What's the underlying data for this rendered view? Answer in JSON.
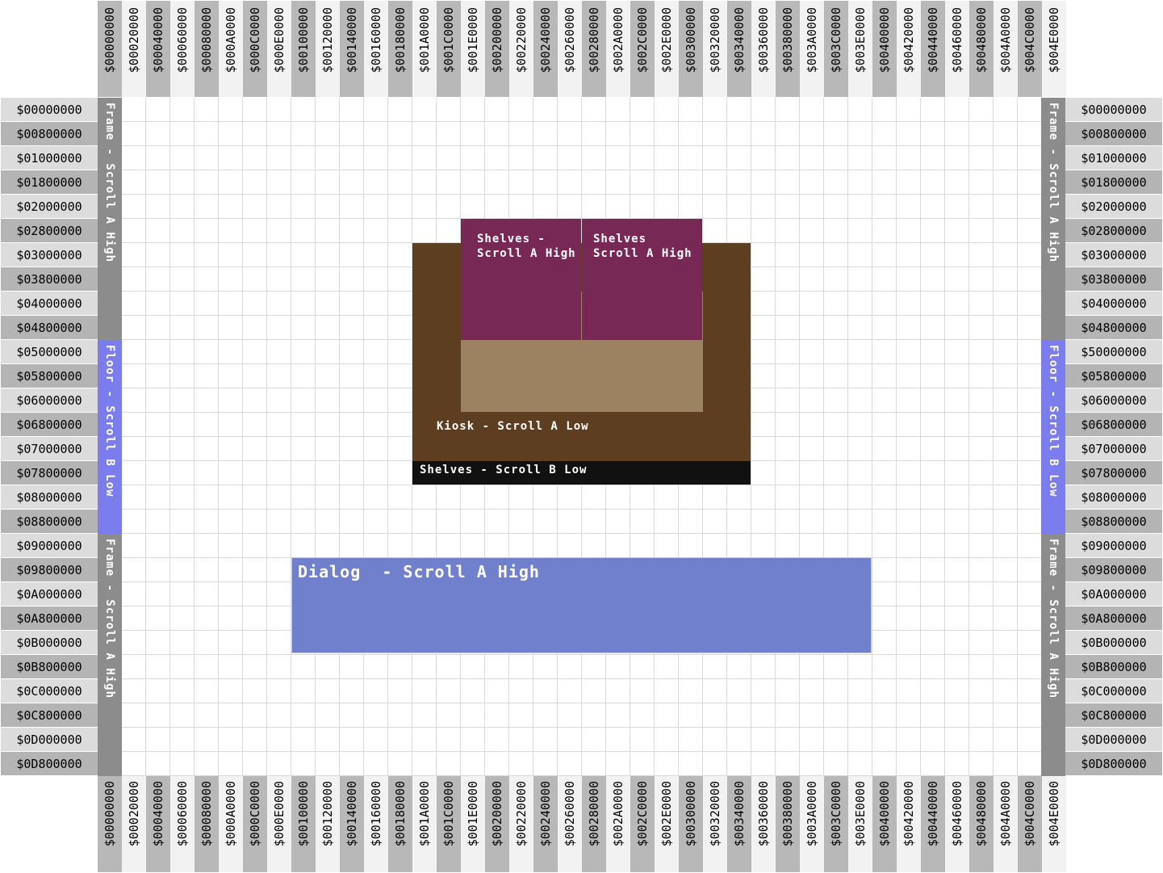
{
  "colors": {
    "grid_line": "#d9d9d9",
    "frame": "#8c8c8c",
    "floor": "#7b7ded",
    "kiosk": "#5e3e21",
    "kiosk_inner": "#9c8260",
    "shelves_high": "#782855",
    "shelves_low": "#111111",
    "dialog": "#7080cc"
  },
  "columns": [
    "$00000000",
    "$00020000",
    "$00040000",
    "$00060000",
    "$00080000",
    "$000A0000",
    "$000C0000",
    "$000E0000",
    "$00100000",
    "$00120000",
    "$00140000",
    "$00160000",
    "$00180000",
    "$001A0000",
    "$001C0000",
    "$001E0000",
    "$00200000",
    "$00220000",
    "$00240000",
    "$00260000",
    "$00280000",
    "$002A0000",
    "$002C0000",
    "$002E0000",
    "$00300000",
    "$00320000",
    "$00340000",
    "$00360000",
    "$00380000",
    "$003A0000",
    "$003C0000",
    "$003E0000",
    "$00400000",
    "$00420000",
    "$00440000",
    "$00460000",
    "$00480000",
    "$004A0000",
    "$004C0000",
    "$004E0000"
  ],
  "rows_left": [
    "$00000000",
    "$00800000",
    "$01000000",
    "$01800000",
    "$02000000",
    "$02800000",
    "$03000000",
    "$03800000",
    "$04000000",
    "$04800000",
    "$05000000",
    "$05800000",
    "$06000000",
    "$06800000",
    "$07000000",
    "$07800000",
    "$08000000",
    "$08800000",
    "$09000000",
    "$09800000",
    "$0A000000",
    "$0A800000",
    "$0B000000",
    "$0B800000",
    "$0C000000",
    "$0C800000",
    "$0D000000",
    "$0D800000"
  ],
  "rows_right": [
    "$00000000",
    "$00800000",
    "$01000000",
    "$01800000",
    "$02000000",
    "$02800000",
    "$03000000",
    "$03800000",
    "$04000000",
    "$04800000",
    "$50000000",
    "$05800000",
    "$06000000",
    "$06800000",
    "$07000000",
    "$07800000",
    "$08000000",
    "$08800000",
    "$09000000",
    "$09800000",
    "$0A000000",
    "$0A800000",
    "$0B000000",
    "$0B800000",
    "$0C000000",
    "$0C800000",
    "$0D000000",
    "$0D800000"
  ],
  "bands": [
    {
      "kind": "frame",
      "label": "Frame - Scroll A High",
      "row_start": 0,
      "row_end": 9
    },
    {
      "kind": "floor",
      "label": "Floor - Scroll B Low",
      "row_start": 10,
      "row_end": 17
    },
    {
      "kind": "frame",
      "label": "Frame - Scroll A High",
      "row_start": 18,
      "row_end": 27
    }
  ],
  "blocks": {
    "shelves_a_left": {
      "line1": "Shelves -",
      "line2": "Scroll A High"
    },
    "shelves_a_right": {
      "line1": "Shelves",
      "line2": "Scroll A High"
    },
    "kiosk": {
      "label": "Kiosk - Scroll A Low"
    },
    "shelves_b": {
      "label": "Shelves - Scroll B Low"
    },
    "dialog": {
      "label": "Dialog  - Scroll A High"
    }
  }
}
